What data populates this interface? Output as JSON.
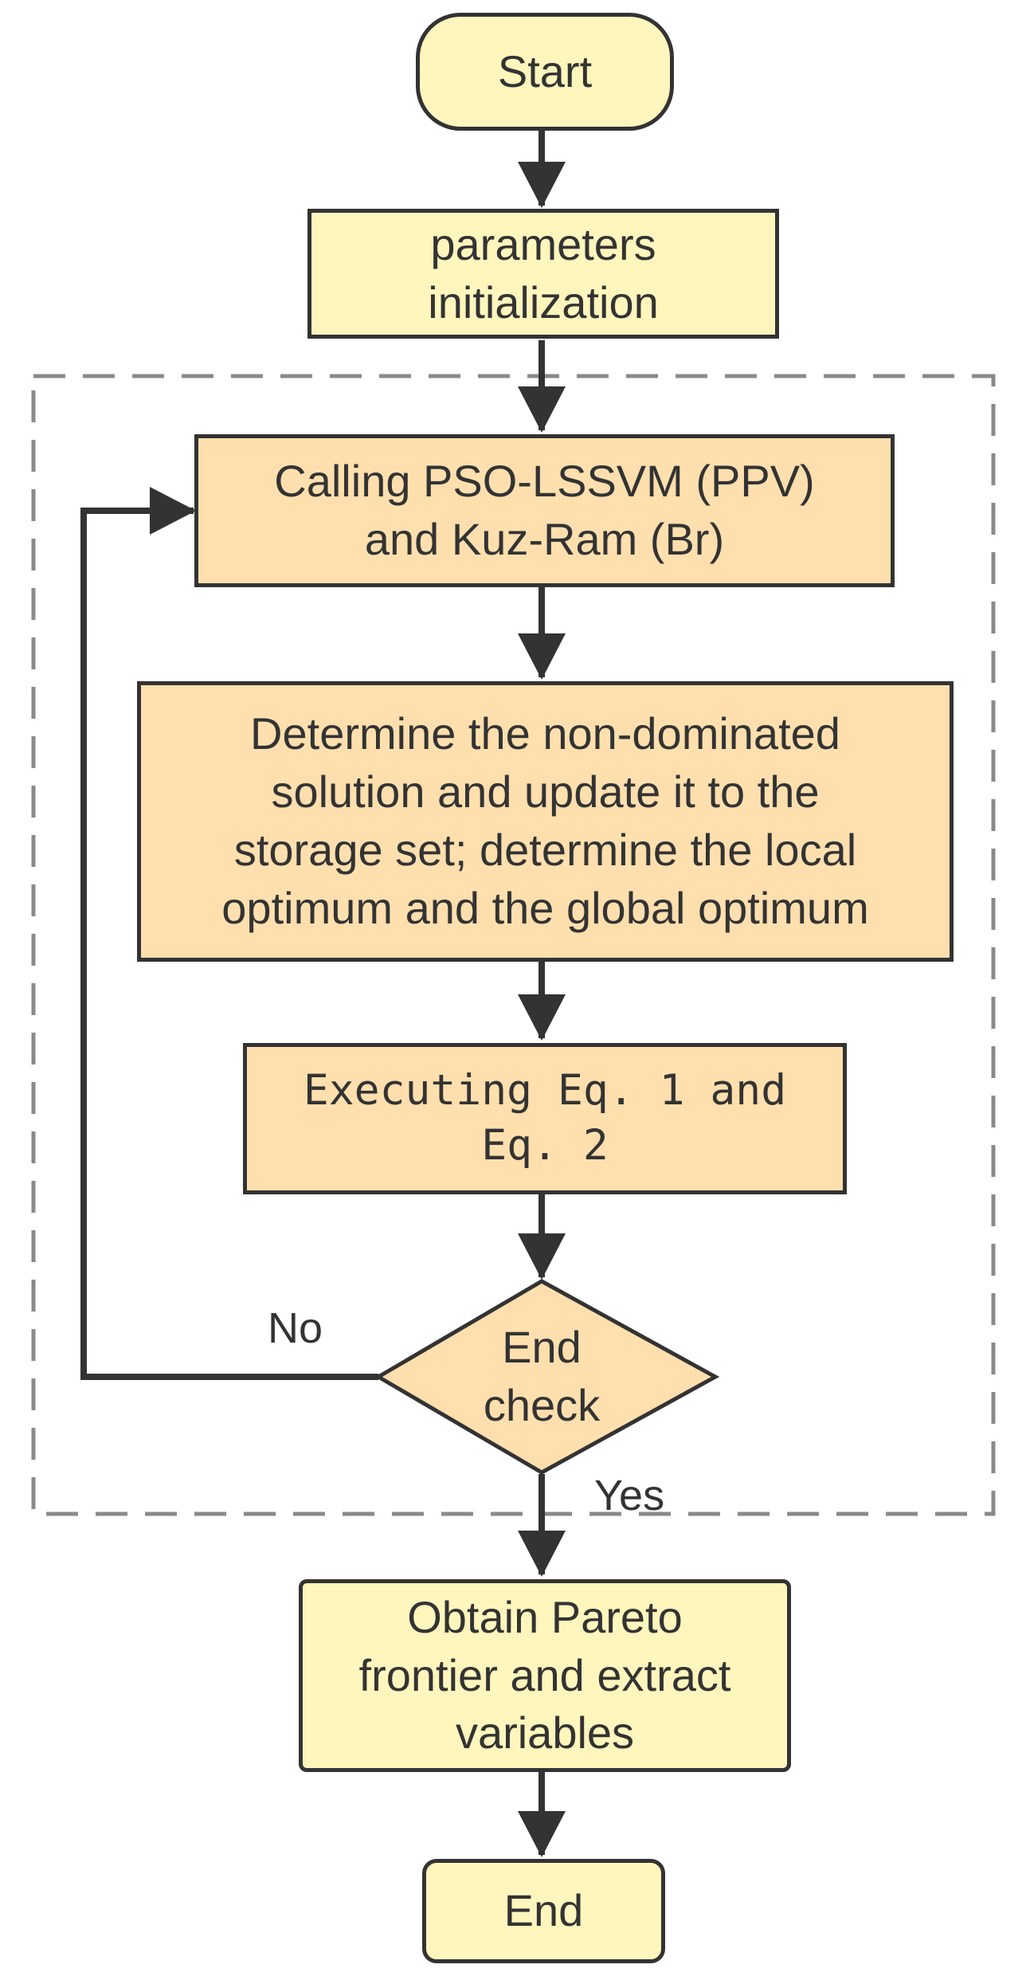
{
  "nodes": {
    "start": "Start",
    "params_init": "parameters\ninitialization",
    "calling": "Calling PSO-LSSVM (PPV)\nand Kuz-Ram (Br)",
    "determine": "Determine the non-dominated\nsolution and update it to the\nstorage set; determine the local\noptimum and the global optimum",
    "executing": "Executing Eq. 1 and\nEq. 2",
    "end_check": "End\ncheck",
    "obtain": "Obtain Pareto\nfrontier and extract\nvariables",
    "end": "End"
  },
  "edge_labels": {
    "no": "No",
    "yes": "Yes"
  },
  "colors": {
    "terminal_fill": "#fff6bd",
    "process_fill": "#ffdfae",
    "stroke": "#333333",
    "dashed_border": "#8a8a8a"
  }
}
